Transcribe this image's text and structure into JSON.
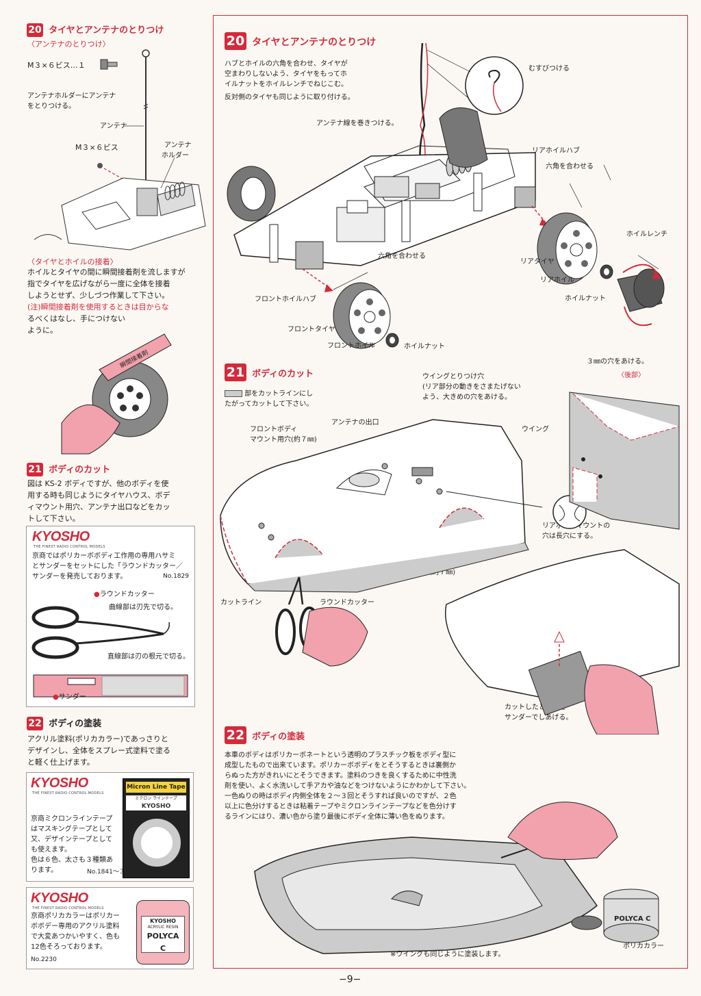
{
  "colors": {
    "accent": "#d42a3a",
    "hand": "#f2a2ac",
    "line": "#333333"
  },
  "left": {
    "sec20": {
      "num": "20",
      "title": "タイヤとアンテナのとりつけ",
      "sub_antenna": "〈アンテナのとりつけ〉",
      "screw_label": "M３×６ビス…１",
      "holder_text_1": "アンテナホルダーにアンテナ",
      "holder_text_2": "をとりつける。",
      "lbl_antenna": "アンテナ",
      "lbl_screw": "M３×６ビス",
      "lbl_holder_1": "アンテナ",
      "lbl_holder_2": "ホルダー",
      "sub_glue": "〈タイヤとホイルの接着〉",
      "glue_lines": [
        "ホイルとタイヤの間に瞬間接着剤を流しますが",
        "指でタイヤを広げながら一度に全体を接着",
        "しようとせず、少しづつ作業して下さい。",
        "(注)瞬間接着剤を使用するときは目からな",
        "るべくはなし、手につけない",
        "ように。"
      ],
      "glue_tube_label": "瞬間接着剤"
    },
    "sec21": {
      "num": "21",
      "title": "ボディのカット",
      "lines": [
        "図は KS-2 ボディですが、他のボディを使",
        "用する時も同じようにタイヤハウス、ボデ",
        "ィマウント用穴、アンテナ出口などをカッ",
        "トして下さい。"
      ]
    },
    "ad1": {
      "brand": "KYOSHO",
      "tagline": "THE FINEST RADIO CONTROL MODELS",
      "lines": [
        "京商ではポリカーボボディ工作用の専用ハサミ",
        "とサンダーをセットにした「ラウンドカッター／",
        "サンダーを発売しております。"
      ],
      "part_no": "No.1829",
      "lbl_cutter": "ラウンドカッター",
      "lbl_curve": "曲線部は刃先で切る。",
      "lbl_straight": "直線部は刃の根元で切る。",
      "lbl_sander": "サンダー"
    },
    "sec22": {
      "num": "22",
      "title": "ボディの塗装",
      "lines": [
        "アクリル塗料(ポリカカラー)であっさりと",
        "デザインし、全体をスプレー式塗料で塗る",
        "と軽く仕上げます。"
      ]
    },
    "ad2": {
      "brand": "KYOSHO",
      "tagline": "THE FINEST RADIO CONTROL MODELS",
      "lines": [
        "京商ミクロンラインテープ",
        "はマスキングテープとして",
        "又、デザインテープとして",
        "も使えます。",
        "色は６色、太さも３種類あ",
        "ります。"
      ],
      "part_no": "No.1841〜３",
      "tape_label": "Micron Line Tape",
      "tape_sub": "ミクロン ラインテープ",
      "tape_brand": "KYOSHO"
    },
    "ad3": {
      "brand": "KYOSHO",
      "tagline": "THE FINEST RADIO CONTROL MODELS",
      "lines": [
        "京商ポリカカラーはポリカー",
        "ボボデー専用のアクリル塗料",
        "で大変あつかいやすく、色も",
        "12色そろっております。"
      ],
      "part_no": "No.2230",
      "jar_brand": "KYOSHO",
      "jar_sub": "ACRYLIC RESIN",
      "jar_label": "POLYCA C"
    }
  },
  "right": {
    "sec20": {
      "num": "20",
      "title": "タイヤとアンテナのとりつけ",
      "lines": [
        "ハブとホイルの六角を合わせ、タイヤが",
        "空まわりしないよう、タイヤをもってホ",
        "イルナットをホイルレンチでねじこむ。",
        "反対側のタイヤも同じように取り付ける。"
      ],
      "lbl_tie": "むすびつける",
      "lbl_wind": "アンテナ線を巻きつける。",
      "lbl_rear_hub": "リアホイルハブ",
      "lbl_hex_rear": "六角を合わせる",
      "lbl_wrench": "ホイルレンチ",
      "lbl_rear_tire": "リアタイヤ",
      "lbl_rear_wheel": "リアホイル",
      "lbl_wheel_nut_r": "ホイルナット",
      "lbl_hex_front": "六角を合わせる",
      "lbl_front_hub": "フロントホイルハブ",
      "lbl_front_tire": "フロントタイヤ",
      "lbl_front_wheel": "フロントホイル",
      "lbl_wheel_nut_f": "ホイルナット"
    },
    "sec21": {
      "num": "21",
      "title": "ボディのカット",
      "legend_1": "部をカットラインにし",
      "legend_2": "たがってカットして下さい。",
      "lbl_wing_hole": [
        "ウイングとりつけ穴",
        "(リア部分の動きをさまたげない",
        "よう、大きめの穴をあける。"
      ],
      "lbl_3mm": "３㎜の穴をあける。",
      "lbl_rear_part": "〈後部〉",
      "lbl_wing": "ウイング",
      "lbl_front_mount": [
        "フロントボディ",
        "マウント用穴(約７㎜)"
      ],
      "lbl_antenna_exit": "アンテナの出口",
      "lbl_rear_mount_slot": [
        "リアボディマウントの",
        "穴は長穴にする。"
      ],
      "lbl_rear_mount": "リアボディマウント用穴(約７㎜)",
      "lbl_cut_line": "カットライン",
      "lbl_round_cutter": "ラウンドカッター",
      "lbl_sand": [
        "カットしたところを",
        "サンダーでしあげる。"
      ]
    },
    "sec22": {
      "num": "22",
      "title": "ボディの塗装",
      "lines": [
        "本車のボディはポリカーボネートという透明のプラスチック板をボディ型に",
        "成型したもので出来ています。ポリカーボボディをとそうするときは裏側か",
        "らぬった方がきれいにとそうできます。塗料のつきを良くするために中性洗",
        "剤を使い、よく水洗いして手アカや油などをつけないようにかわかして下さい。",
        "一色ぬりの時はボディ内側全体を２〜３回とそうすれば良いのですが、２色",
        "以上に色分けするときは粘着テープやミクロンラインテープなどを色分けす",
        "るラインにはり、濃い色から塗り最後にボディ全体に薄い色をぬります。"
      ],
      "note": "※ウイングも同じように塗装します。",
      "lbl_polyca": "ポリカカラー",
      "jar_label": "POLYCA C"
    }
  },
  "page_number": "−9−"
}
